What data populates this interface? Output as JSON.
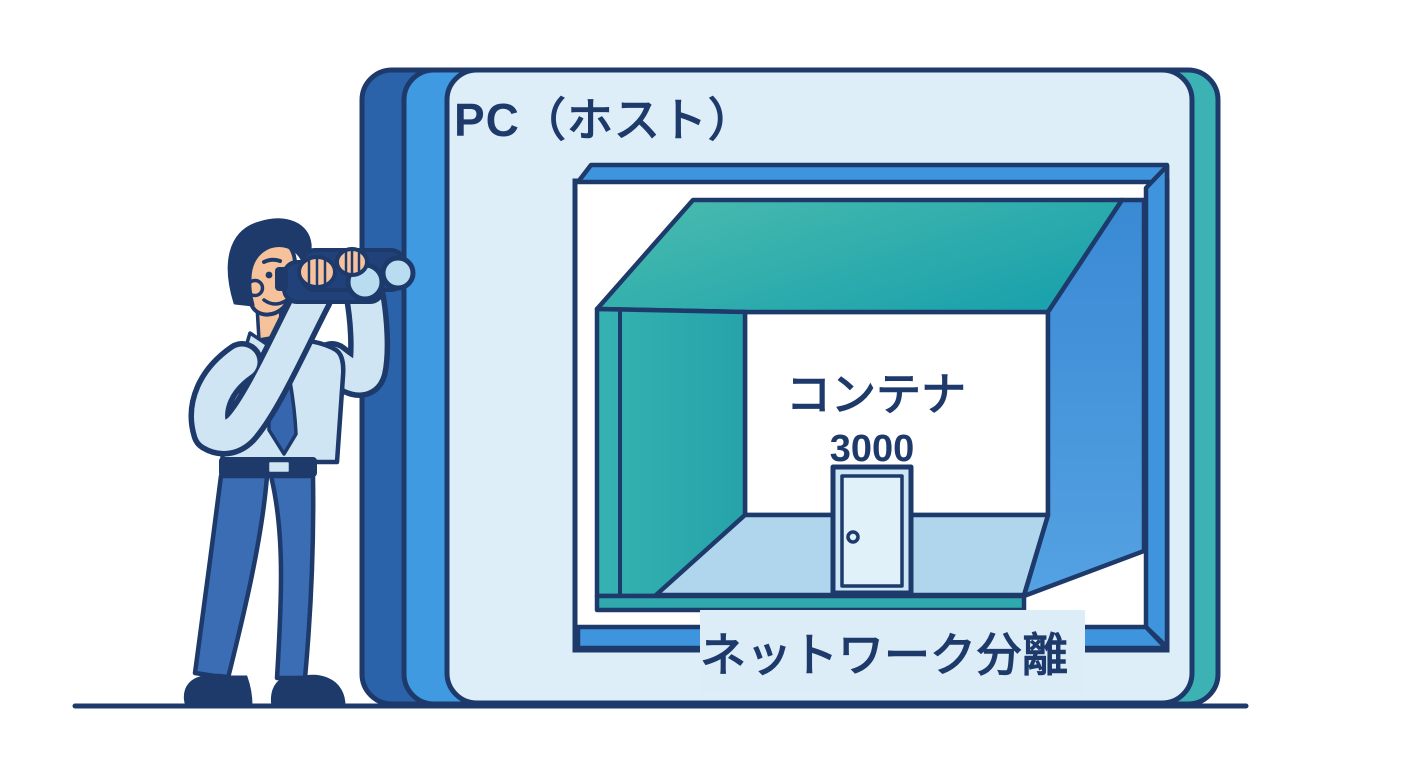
{
  "host": {
    "title": "PC（ホスト）"
  },
  "container": {
    "label": "コンテナ",
    "port": "3000"
  },
  "isolation": {
    "label": "ネットワーク分離"
  },
  "figures": {
    "person": "person-with-binoculars"
  },
  "colors": {
    "outline_navy": "#1d3a6b",
    "text_navy": "#1d3a6b",
    "card_dark_blue": "#2b63ab",
    "card_mid_blue": "#3f9ae1",
    "card_teal": "#3cb2b5",
    "card_face": "#ddeef8",
    "frame_blue": "#3e95de",
    "room_teal": "#2caaae",
    "room_ceiling_teal": "#35b1ad",
    "room_wall_blue": "#3f93da",
    "room_floor": "#b0d6ee",
    "room_base_teal": "#2fa9ad",
    "door_fill": "#cde7f6",
    "door_panel": "#e0f1fa",
    "label_band": "#dcedf8",
    "skin": "#f6c29c",
    "shirt": "#cfe5f3",
    "pants": "#3a6db3",
    "binocular_body": "#20417a",
    "lens_blue": "#b9dcf1"
  }
}
